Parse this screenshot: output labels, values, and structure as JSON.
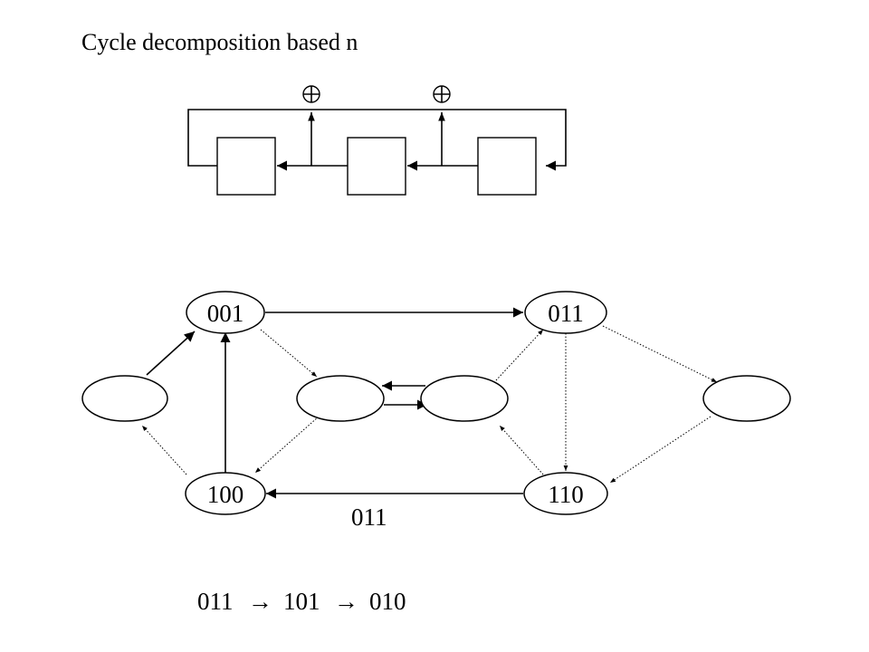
{
  "title": "Cycle decomposition based n",
  "register": {
    "xor_symbol": "⊕",
    "stages": 3,
    "taps": 2
  },
  "graph": {
    "nodes": [
      {
        "id": "n001",
        "label": "001"
      },
      {
        "id": "n011",
        "label": "011"
      },
      {
        "id": "nleft",
        "label": ""
      },
      {
        "id": "nmidL",
        "label": ""
      },
      {
        "id": "nmidR",
        "label": ""
      },
      {
        "id": "nright",
        "label": ""
      },
      {
        "id": "n100",
        "label": "100"
      },
      {
        "id": "n110",
        "label": "110"
      }
    ],
    "edges": [
      {
        "from": "n001",
        "to": "n011",
        "style": "solid"
      },
      {
        "from": "nleft",
        "to": "n001",
        "style": "solid"
      },
      {
        "from": "n100",
        "to": "n001",
        "style": "solid"
      },
      {
        "from": "n110",
        "to": "n100",
        "style": "solid",
        "label": "011"
      },
      {
        "from": "nmidR",
        "to": "nmidL",
        "style": "solid"
      },
      {
        "from": "nmidL",
        "to": "nmidR",
        "style": "solid"
      },
      {
        "from": "n001",
        "to": "nmidL",
        "style": "dotted"
      },
      {
        "from": "nmidL",
        "to": "n100",
        "style": "dotted"
      },
      {
        "from": "n100",
        "to": "nleft",
        "style": "dotted"
      },
      {
        "from": "nmidR",
        "to": "n011",
        "style": "dotted"
      },
      {
        "from": "n110",
        "to": "nmidR",
        "style": "dotted"
      },
      {
        "from": "n011",
        "to": "n110",
        "style": "dotted"
      },
      {
        "from": "n011",
        "to": "nright",
        "style": "dotted"
      },
      {
        "from": "nright",
        "to": "n110",
        "style": "dotted"
      }
    ]
  },
  "sequence": {
    "items": [
      "011",
      "101",
      "010"
    ],
    "arrow": "→"
  }
}
